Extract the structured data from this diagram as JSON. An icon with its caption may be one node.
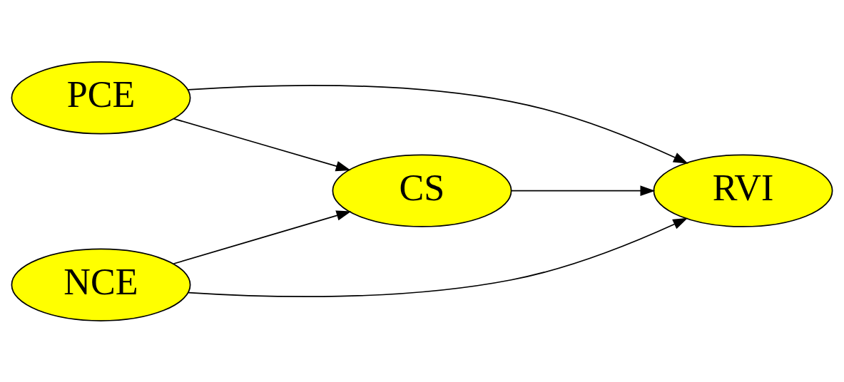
{
  "diagram": {
    "nodes": [
      {
        "text": [
          "PCE"
        ]
      },
      {
        "text": [
          "CS"
        ]
      },
      {
        "text": [
          "RVI"
        ]
      },
      {
        "text": [
          "NCE"
        ]
      }
    ],
    "edges": [
      {
        "from": 0,
        "to": 1,
        "arrow": "to"
      },
      {
        "from": 0,
        "to": 2,
        "arrow": "to"
      },
      {
        "from": 1,
        "to": 2,
        "arrow": "to"
      },
      {
        "from": 3,
        "to": 1,
        "arrow": "to"
      },
      {
        "from": 3,
        "to": 2,
        "arrow": "to"
      }
    ]
  }
}
